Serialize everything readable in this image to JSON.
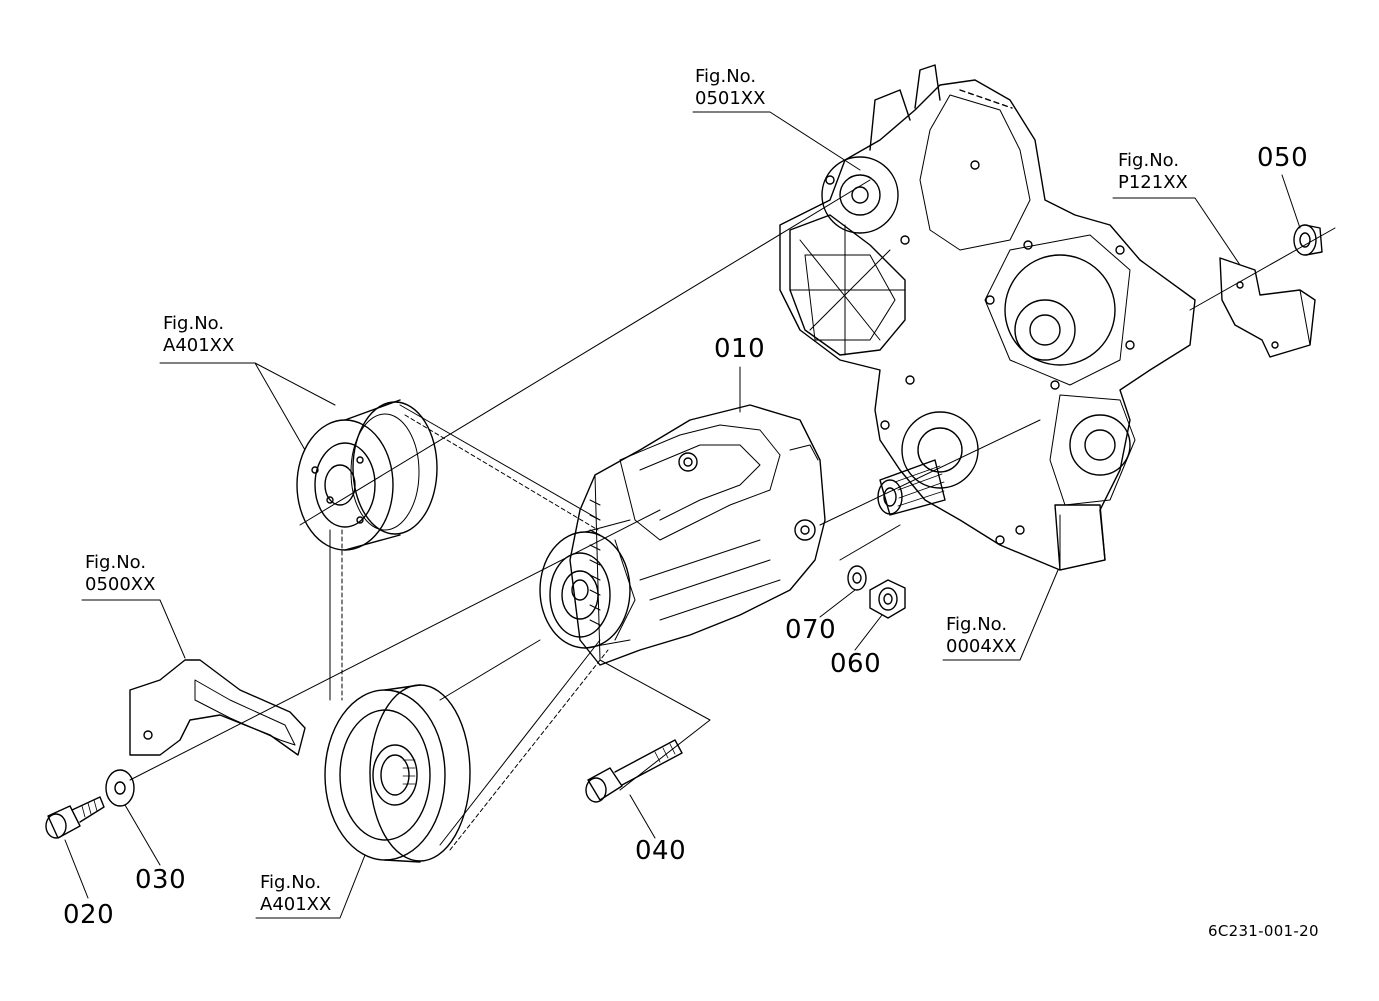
{
  "figure_refs": [
    {
      "id": "ref-0501",
      "line1": "Fig.No.",
      "line2": "0501XX"
    },
    {
      "id": "ref-p121",
      "line1": "Fig.No.",
      "line2": "P121XX"
    },
    {
      "id": "ref-a401-top",
      "line1": "Fig.No.",
      "line2": "A401XX"
    },
    {
      "id": "ref-0500",
      "line1": "Fig.No.",
      "line2": "0500XX"
    },
    {
      "id": "ref-0004",
      "line1": "Fig.No.",
      "line2": "0004XX"
    },
    {
      "id": "ref-a401-bottom",
      "line1": "Fig.No.",
      "line2": "A401XX"
    }
  ],
  "parts": {
    "p010": "010",
    "p020": "020",
    "p030": "030",
    "p040": "040",
    "p050": "050",
    "p060": "060",
    "p070": "070"
  },
  "drawing_code": "6C231-001-20"
}
